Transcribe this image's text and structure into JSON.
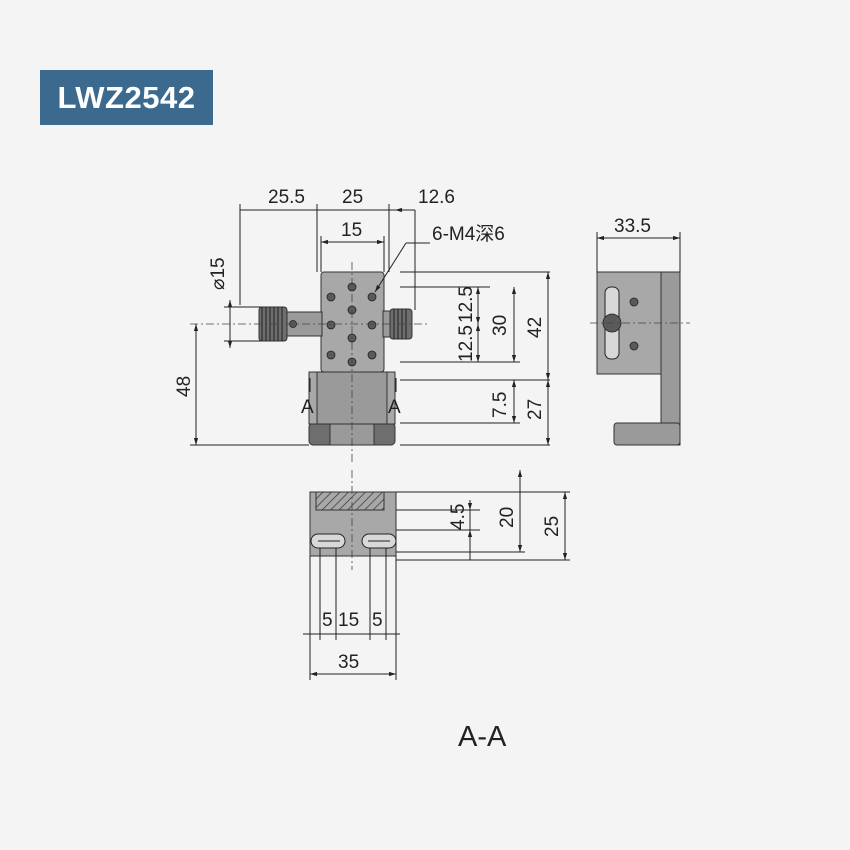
{
  "model": "LWZ2542",
  "dimensions": {
    "top_25_5": "25.5",
    "top_25": "25",
    "top_12_6": "12.6",
    "top_15": "15",
    "holes_note": "6-M4深6",
    "dia_15": "⌀15",
    "right_12_5_a": "12.5",
    "right_12_5_b": "12.5",
    "right_30": "30",
    "right_42": "42",
    "left_48": "48",
    "right_7_5": "7.5",
    "right_27": "27",
    "section_mark_left": "A",
    "section_mark_right": "A",
    "side_33_5": "33.5",
    "sec_4_5": "4.5",
    "sec_20": "20",
    "sec_25": "25",
    "bot_5_a": "5",
    "bot_15": "15",
    "bot_5_b": "5",
    "bot_35": "35",
    "section_label": "A-A"
  }
}
